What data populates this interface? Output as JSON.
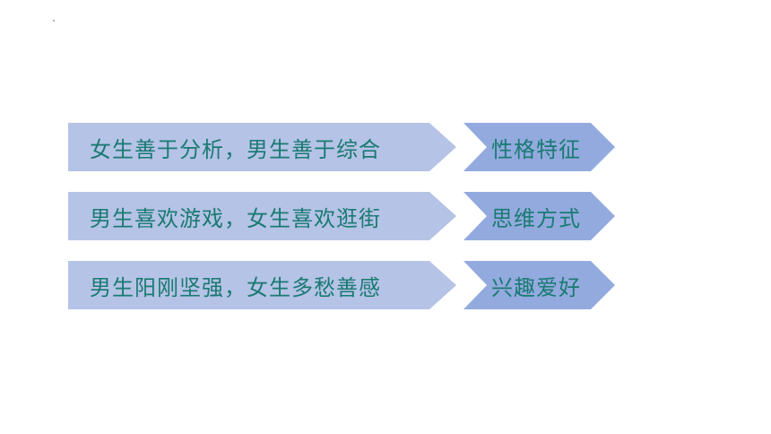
{
  "rows": [
    {
      "statement": "女生善于分析，男生善于综合",
      "category": "性格特征"
    },
    {
      "statement": "男生喜欢游戏，女生喜欢逛街",
      "category": "思维方式"
    },
    {
      "statement": "男生阳刚坚强，女生多愁善感",
      "category": "兴趣爱好"
    }
  ],
  "colors": {
    "statement_fill": "#b5c3e6",
    "category_fill": "#93aadf",
    "text": "#1a7a72"
  }
}
